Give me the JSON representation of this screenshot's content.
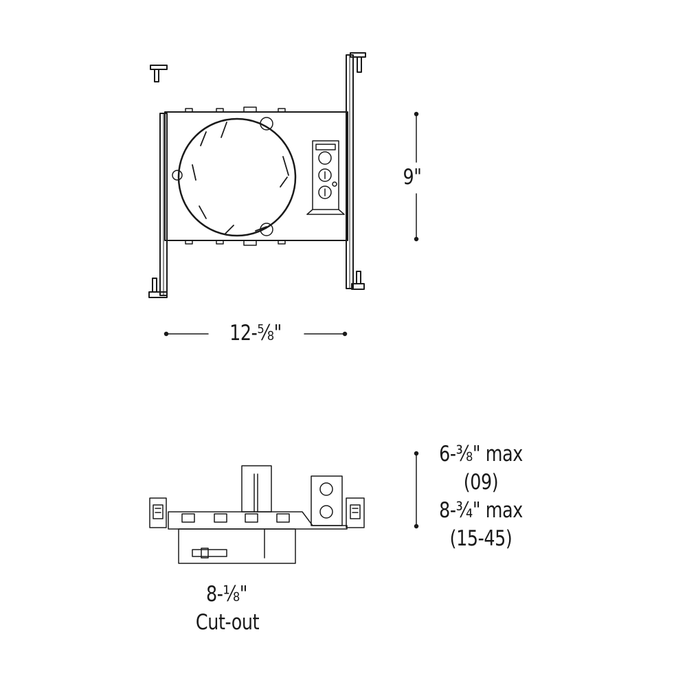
{
  "top_view": {
    "width_dimension": "12-⅝\"",
    "height_dimension": "9\""
  },
  "side_view": {
    "height_dimensions": [
      "6-⅜\" max",
      "(09)",
      "8-¾\" max",
      "(15-45)"
    ],
    "cutout_dimension": "8-⅛\"",
    "cutout_label": "Cut-out"
  },
  "colors": {
    "line": "#1a1a1a",
    "background": "#ffffff"
  }
}
